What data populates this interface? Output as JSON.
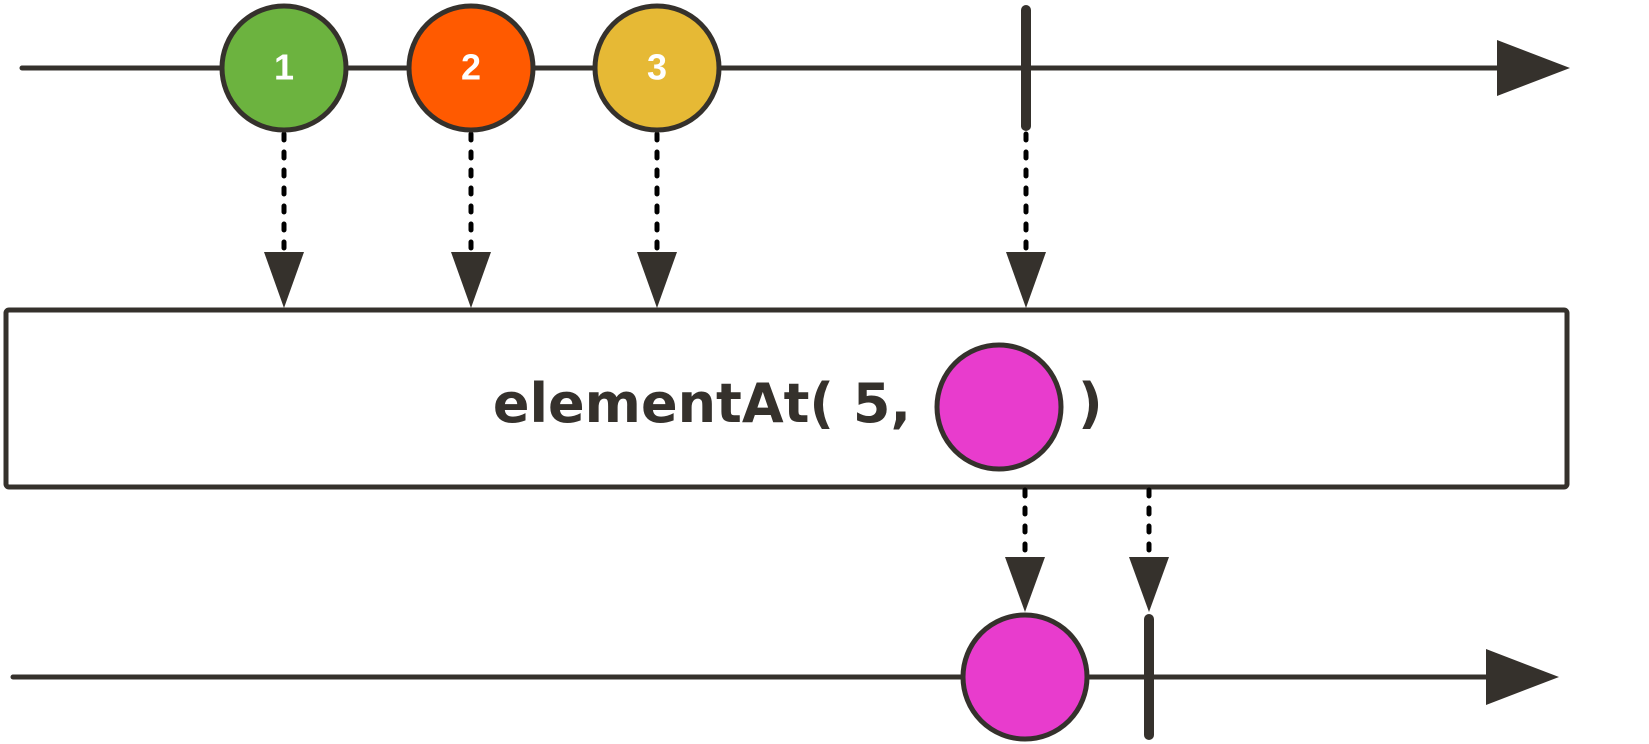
{
  "colors": {
    "stroke": "#35312c",
    "background": "#ffffff",
    "marble_green": "#6cb33f",
    "marble_orange": "#ff5a00",
    "marble_yellow": "#e6b935",
    "marble_magenta": "#e83ccd"
  },
  "operator": {
    "prefix": "elementAt( 5,",
    "suffix": ")",
    "default_marble_color": "#e83ccd"
  },
  "source": {
    "marbles": [
      {
        "label": "1",
        "color": "#6cb33f"
      },
      {
        "label": "2",
        "color": "#ff5a00"
      },
      {
        "label": "3",
        "color": "#e6b935"
      }
    ],
    "completes": true
  },
  "result": {
    "marbles": [
      {
        "label": "",
        "color": "#e83ccd"
      }
    ],
    "completes": true
  }
}
